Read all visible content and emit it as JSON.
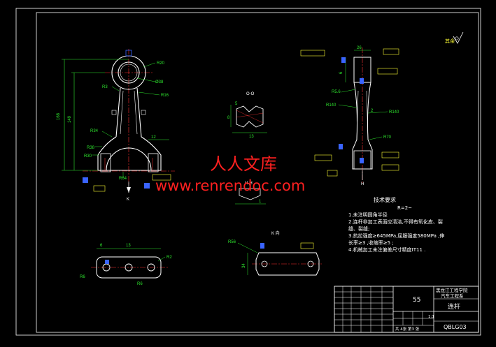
{
  "roughness_note": "其余",
  "views": {
    "section_o": "O-O",
    "section_h": "H-H",
    "view_k": "K 向",
    "arrow_k": "K",
    "arrow_h": "H"
  },
  "dims": {
    "r20": "R20",
    "r3": "R3",
    "r16": "R16",
    "d38": "Ø38",
    "r34": "R34",
    "r38": "R38",
    "r30": "R30",
    "r64": "R64",
    "d12": "12",
    "d168": "168",
    "d149": "149",
    "d13": "13",
    "d8": "8",
    "d5": "5",
    "d1": "1",
    "d26": "26",
    "d6": "6",
    "d2": "2",
    "r56": "R5.6",
    "r140a": "R140",
    "r140b": "R140",
    "r70": "R70",
    "r2": "R2",
    "r6": "R6",
    "r56b": "R56",
    "d34": "34"
  },
  "watermark": {
    "cn": "人人文库",
    "url": "www.renrendoc.com"
  },
  "requirements": {
    "title": "技术要求",
    "r_value": "R=2~",
    "lines": [
      "1.未注明圆角半径",
      "2.连杆非加工表面应清洁,不得有氧化皮、裂",
      "  缝、裂缝;",
      "3.抗拉强度≥645MPa,屈服强度580MPa ,伸",
      "  长率≥3 ,收缩率≥5 ;",
      "4.机械加工未注偏差尺寸精度IT11 ."
    ]
  },
  "title_block": {
    "school": "黑龙江工程学院",
    "dept": "汽车工程系",
    "part_name": "连杆",
    "drawing_no": "QBLG03",
    "number": "55",
    "scale": "1:1",
    "sheets": "共 4张  第3 张"
  },
  "colors": {
    "outline": "#ffffff",
    "dimension": "#2ee82e",
    "center": "#ff3333",
    "tolerance": "#ffff33",
    "marker": "#3a64ff"
  }
}
